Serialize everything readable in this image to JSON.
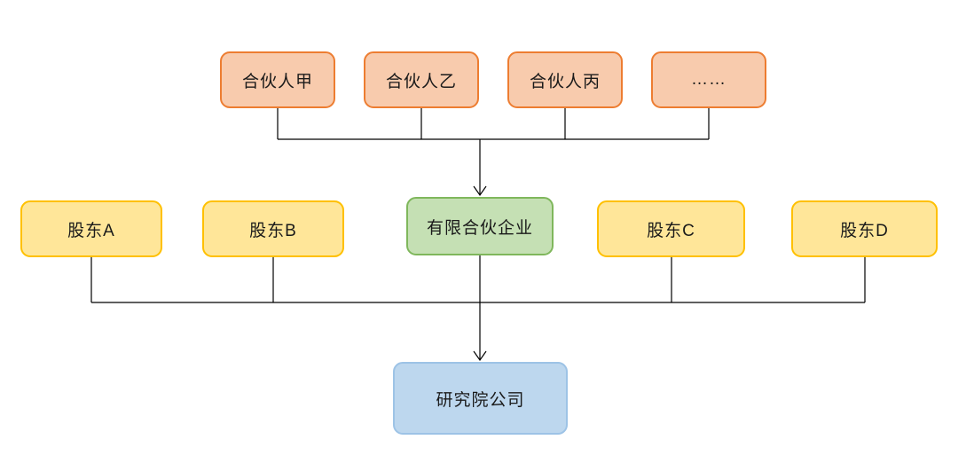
{
  "diagram": {
    "type": "org-structure-flowchart",
    "background_color": "#ffffff",
    "connector_color": "#000000",
    "nodes": {
      "partner_a": {
        "label": "合伙人甲",
        "fill": "#F8CBAD",
        "border": "#ED7D31"
      },
      "partner_b": {
        "label": "合伙人乙",
        "fill": "#F8CBAD",
        "border": "#ED7D31"
      },
      "partner_c": {
        "label": "合伙人丙",
        "fill": "#F8CBAD",
        "border": "#ED7D31"
      },
      "partner_more": {
        "label": "……",
        "fill": "#F8CBAD",
        "border": "#ED7D31"
      },
      "shareholder_a": {
        "label": "股东A",
        "fill": "#FFE699",
        "border": "#FFC000"
      },
      "shareholder_b": {
        "label": "股东B",
        "fill": "#FFE699",
        "border": "#FFC000"
      },
      "limited_partnership": {
        "label": "有限合伙企业",
        "fill": "#C5E0B4",
        "border": "#70AD47"
      },
      "shareholder_c": {
        "label": "股东C",
        "fill": "#FFE699",
        "border": "#FFC000"
      },
      "shareholder_d": {
        "label": "股东D",
        "fill": "#FFE699",
        "border": "#FFC000"
      },
      "research_company": {
        "label": "研究院公司",
        "fill": "#BDD7EE",
        "border": "#9DC3E6"
      }
    },
    "edges": [
      {
        "from": "合伙人甲",
        "to": "有限合伙企业",
        "arrow": true
      },
      {
        "from": "合伙人乙",
        "to": "有限合伙企业",
        "arrow": true
      },
      {
        "from": "合伙人丙",
        "to": "有限合伙企业",
        "arrow": true
      },
      {
        "from": "……",
        "to": "有限合伙企业",
        "arrow": true
      },
      {
        "from": "股东A",
        "to": "研究院公司",
        "arrow": true
      },
      {
        "from": "股东B",
        "to": "研究院公司",
        "arrow": true
      },
      {
        "from": "有限合伙企业",
        "to": "研究院公司",
        "arrow": true
      },
      {
        "from": "股东C",
        "to": "研究院公司",
        "arrow": true
      },
      {
        "from": "股东D",
        "to": "研究院公司",
        "arrow": true
      }
    ]
  }
}
